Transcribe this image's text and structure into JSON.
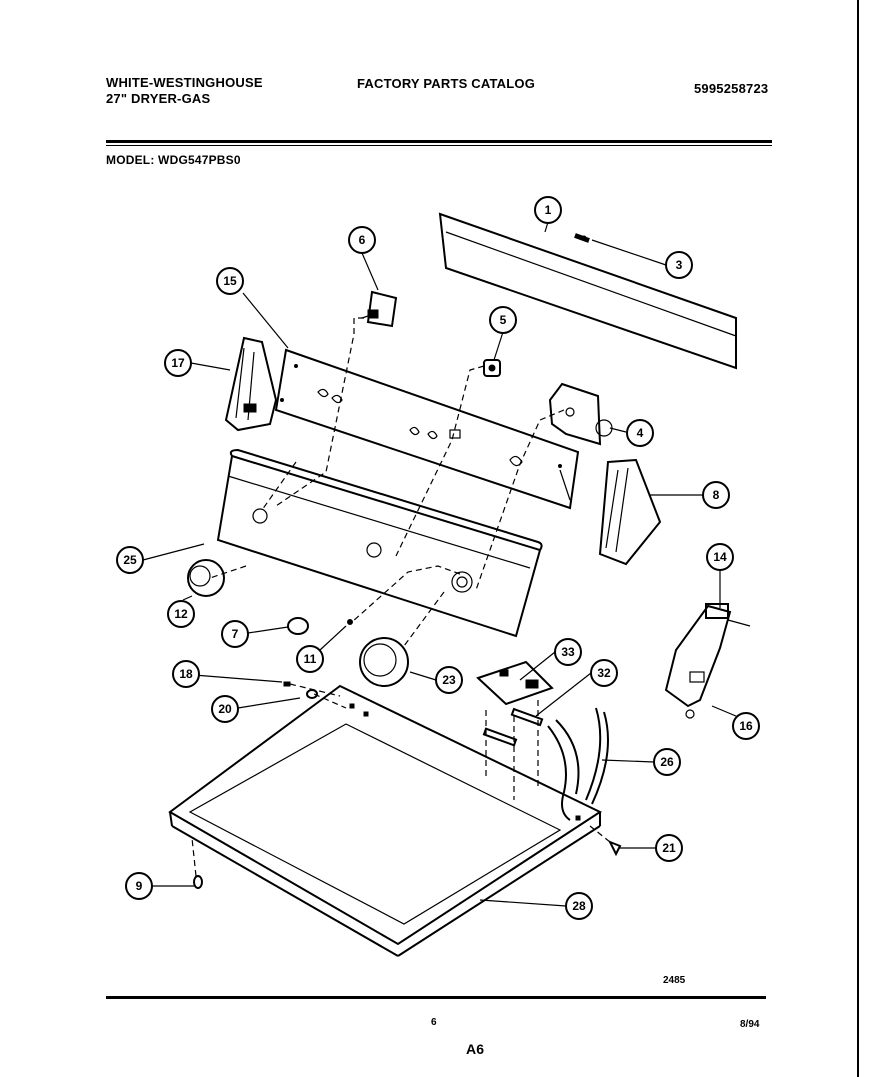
{
  "header": {
    "brand": "WHITE-WESTINGHOUSE",
    "product": "27\" DRYER-GAS",
    "catalog_title": "FACTORY PARTS CATALOG",
    "catalog_number": "5995258723",
    "model_line": "MODEL: WDG547PBS0"
  },
  "diagram": {
    "callouts": [
      "1",
      "3",
      "4",
      "5",
      "6",
      "7",
      "8",
      "9",
      "11",
      "12",
      "14",
      "15",
      "16",
      "17",
      "18",
      "20",
      "21",
      "23",
      "25",
      "26",
      "28",
      "32",
      "33"
    ],
    "drawing_number": "2485"
  },
  "footer": {
    "page_number": "6",
    "date": "8/94",
    "section": "A6"
  }
}
